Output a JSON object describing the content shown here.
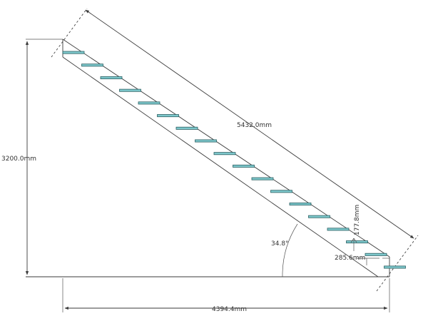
{
  "colors": {
    "line": "#3a3a3a",
    "tread_fill": "#7ec8cc",
    "tread_stroke": "#2c5f62",
    "background": "#ffffff"
  },
  "stair": {
    "tread_count": 18
  },
  "dimensions": {
    "slope_length": "5432.0mm",
    "total_rise": "3200.0mm",
    "total_run": "4394.4mm",
    "step_rise": "177.8mm",
    "step_going": "285.6mm",
    "angle": "34.8°"
  }
}
